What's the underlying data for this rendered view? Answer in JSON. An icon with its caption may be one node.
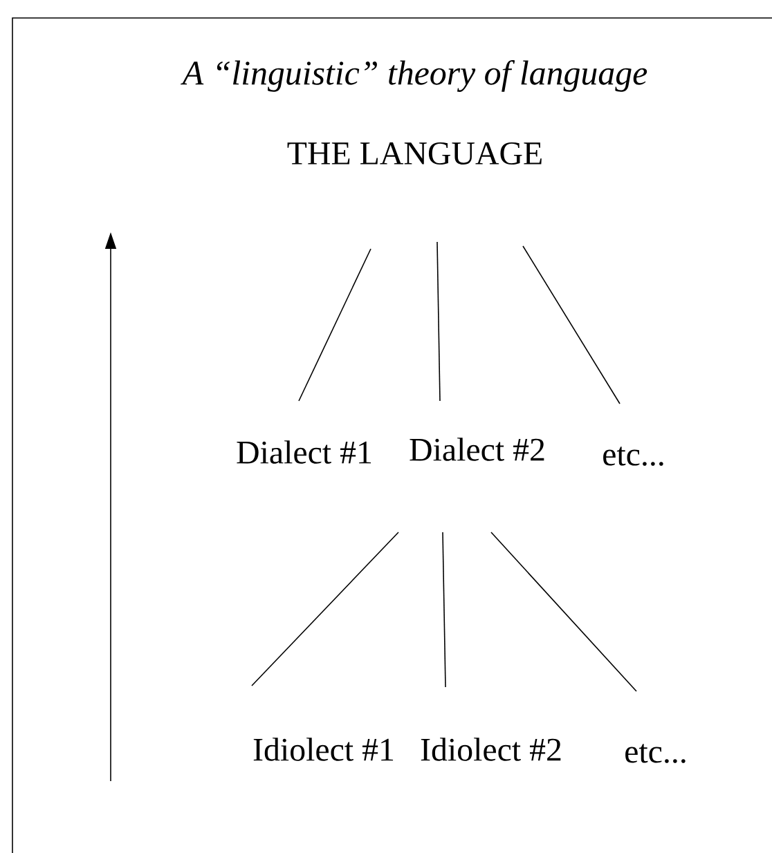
{
  "diagram": {
    "title": "A “linguistic” theory of language",
    "nodes": [
      {
        "text": [
          "THE LANGUAGE"
        ]
      },
      {
        "text": [
          "Dialect #1"
        ]
      },
      {
        "text": [
          "Dialect #2"
        ]
      },
      {
        "text": [
          "etc..."
        ]
      },
      {
        "text": [
          "Idiolect #1"
        ]
      },
      {
        "text": [
          "Idiolect #2"
        ]
      },
      {
        "text": [
          "etc..."
        ]
      }
    ],
    "edges": [
      {
        "from": 0,
        "to": 1,
        "arrow": "none"
      },
      {
        "from": 0,
        "to": 2,
        "arrow": "none"
      },
      {
        "from": 0,
        "to": 3,
        "arrow": "none"
      },
      {
        "from": 2,
        "to": 4,
        "arrow": "none"
      },
      {
        "from": 2,
        "to": 5,
        "arrow": "none"
      },
      {
        "from": 2,
        "to": 6,
        "arrow": "none"
      }
    ]
  }
}
